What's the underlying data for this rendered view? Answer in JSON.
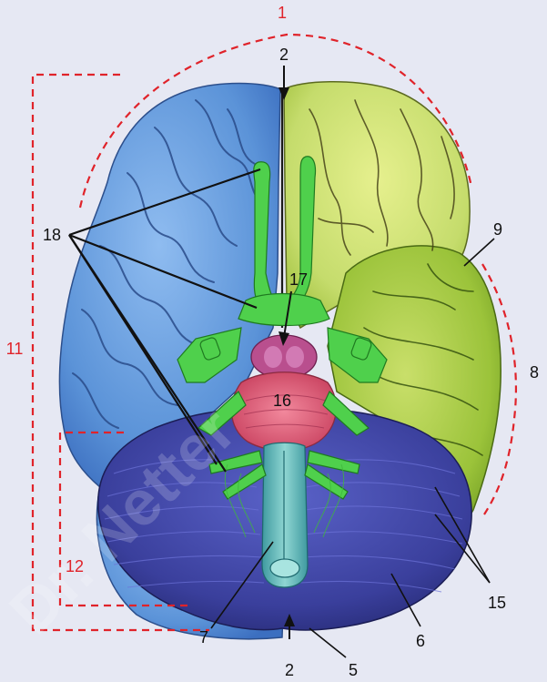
{
  "diagram": {
    "labels": {
      "l1": "1",
      "l2_top": "2",
      "l2_bottom": "2",
      "l5": "5",
      "l6": "6",
      "l7": "7",
      "l8": "8",
      "l9": "9",
      "l11": "11",
      "l12": "12",
      "l15": "15",
      "l16": "16",
      "l17": "17",
      "l18": "18"
    },
    "watermark": "Dr. Netter"
  },
  "colors": {
    "background": "#e6e8f3",
    "frontal_lobe_left": "#5b93d8",
    "frontal_lobe_right": "#bcd769",
    "temporal_lobe_right": "#9bc33a",
    "cerebellum": "#3a3f9c",
    "brainstem": "#5fb8b8",
    "pons": "#e05a78",
    "pituitary": "#b94f8e",
    "cranial_nerves": "#4fd04c",
    "red_dashed": "#e0232a",
    "label_red": "#e0232a",
    "label_black": "#111111"
  }
}
